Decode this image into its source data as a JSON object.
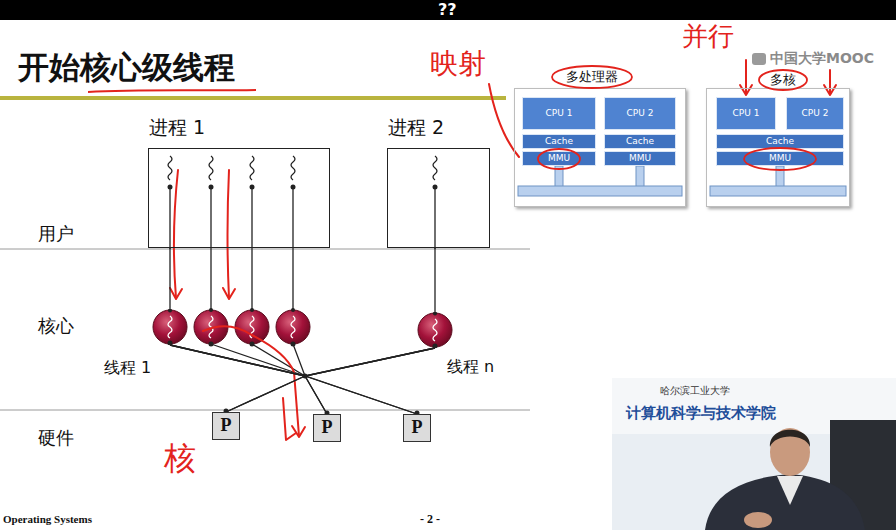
{
  "diagram": {
    "title": "开始核心级线程",
    "nodes": [
      {
        "text": [
          "进程 1"
        ]
      },
      {
        "text": [
          "进程 2"
        ]
      },
      {
        "text": [
          "多处理器"
        ]
      },
      {
        "text": [
          "CPU 1"
        ],
        "in": 2
      },
      {
        "text": [
          "CPU 2"
        ],
        "in": 2
      },
      {
        "text": [
          "Cache"
        ],
        "in": 2
      },
      {
        "text": [
          "Cache"
        ],
        "in": 2
      },
      {
        "text": [
          "MMU"
        ],
        "in": 2
      },
      {
        "text": [
          "MMU"
        ],
        "in": 2
      },
      {
        "text": [
          "多核"
        ]
      },
      {
        "text": [
          "CPU 1"
        ],
        "in": 9
      },
      {
        "text": [
          "CPU 2"
        ],
        "in": 9
      },
      {
        "text": [
          "Cache"
        ],
        "in": 9
      },
      {
        "text": [
          "MMU"
        ],
        "in": 9
      },
      {
        "text": [
          "线程 1"
        ]
      },
      {
        "text": [
          "线程 n"
        ]
      },
      {
        "text": [
          "P"
        ]
      },
      {
        "text": [
          "P"
        ]
      },
      {
        "text": [
          "P"
        ]
      }
    ],
    "edges": [
      {
        "from": 0,
        "to": 14,
        "arrow": "none"
      },
      {
        "from": 1,
        "to": 15,
        "arrow": "none"
      },
      {
        "from": 14,
        "to": 16,
        "arrow": "none"
      },
      {
        "from": 14,
        "to": 17,
        "arrow": "none"
      },
      {
        "from": 14,
        "to": 18,
        "arrow": "none"
      },
      {
        "from": 15,
        "to": 16,
        "arrow": "none"
      },
      {
        "from": 15,
        "to": 17,
        "arrow": "none"
      },
      {
        "from": 15,
        "to": 18,
        "arrow": "none"
      }
    ],
    "labels": [
      "??",
      "用户",
      "核心",
      "硬件",
      "映射",
      "并行",
      "核",
      "中国大学MOOC",
      "哈尔滨工业大学",
      "计算机科学与技术学院",
      "Operating Systems",
      "- 2 -"
    ]
  }
}
